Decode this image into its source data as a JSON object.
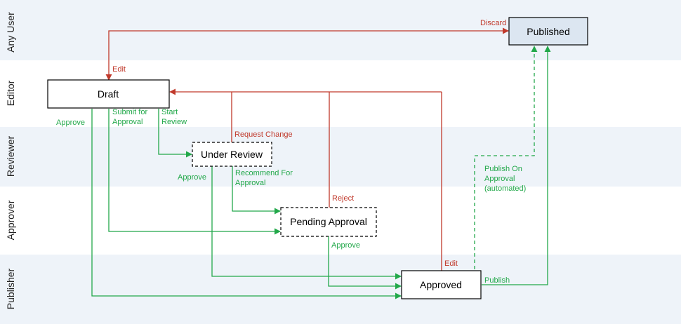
{
  "lanes": [
    {
      "id": "any-user",
      "label": "Any User"
    },
    {
      "id": "editor",
      "label": "Editor"
    },
    {
      "id": "reviewer",
      "label": "Reviewer"
    },
    {
      "id": "approver",
      "label": "Approver"
    },
    {
      "id": "publisher",
      "label": "Publisher"
    }
  ],
  "nodes": {
    "published": "Published",
    "draft": "Draft",
    "under_review": "Under Review",
    "pending_approval": "Pending Approval",
    "approved": "Approved"
  },
  "edge_labels": {
    "discard": "Discard",
    "edit_top": "Edit",
    "approve_left": "Approve",
    "submit_for_approval": [
      "Submit for",
      "Approval"
    ],
    "start_review": [
      "Start",
      "Review"
    ],
    "request_change": "Request Change",
    "approve_review": "Approve",
    "recommend_for_approval": [
      "Recommend For",
      "Approval"
    ],
    "reject": "Reject",
    "approve_pending": "Approve",
    "edit_approved": "Edit",
    "publish_on_approval": [
      "Publish On",
      "Approval",
      "(automated)"
    ],
    "publish": "Publish"
  },
  "colors": {
    "lane_shaded": "#eef3f9",
    "green": "#22a84a",
    "red": "#c0392b",
    "published_fill": "#dce6f1"
  }
}
